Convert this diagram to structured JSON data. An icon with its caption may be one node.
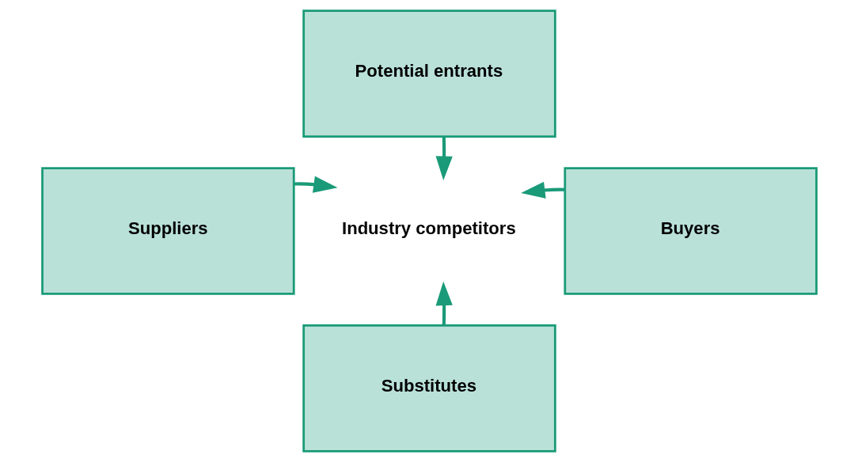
{
  "diagram": {
    "nodes": [
      {
        "text": [
          "Potential entrants"
        ]
      },
      {
        "text": [
          "Suppliers"
        ]
      },
      {
        "text": [
          "Industry competitors"
        ]
      },
      {
        "text": [
          "Buyers"
        ]
      },
      {
        "text": [
          "Substitutes"
        ]
      }
    ],
    "edges": [
      {
        "from": 0,
        "to": 2,
        "arrow": "to"
      },
      {
        "from": 1,
        "to": 2,
        "arrow": "to"
      },
      {
        "from": 3,
        "to": 2,
        "arrow": "to"
      },
      {
        "from": 4,
        "to": 2,
        "arrow": "to"
      }
    ]
  }
}
